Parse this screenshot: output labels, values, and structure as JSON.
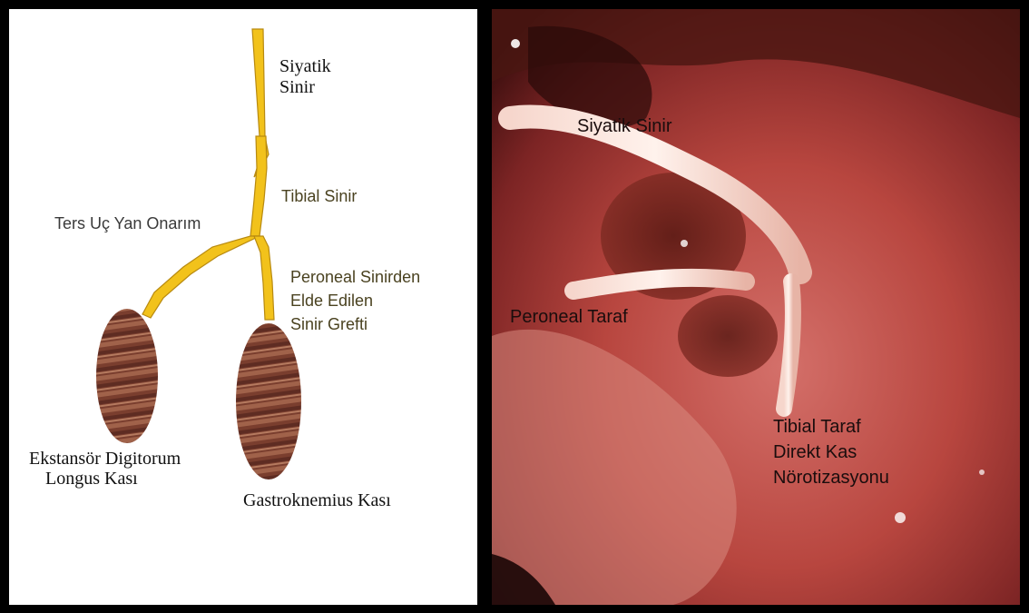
{
  "diagram": {
    "sciatic_label_line1": "Siyatik",
    "sciatic_label_line2": "Sinir",
    "tibial_label": "Tibial Sinir",
    "reverse_repair_label": "Ters Uç Yan Onarım",
    "graft_label_line1": "Peroneal Sinirden",
    "graft_label_line2": "Elde Edilen",
    "graft_label_line3": "Sinir Grefti",
    "edl_label_line1": "Ekstansör Digitorum",
    "edl_label_line2": "Longus Kası",
    "gastro_label": "Gastroknemius Kası",
    "nerve_color": "#f2c21b",
    "muscle_color": "#8a4a3a"
  },
  "photo": {
    "sciatic_label": "Siyatik Sinir",
    "peroneal_label": "Peroneal Taraf",
    "tibial_line1": "Tibial Taraf",
    "tibial_line2": "Direkt Kas",
    "tibial_line3": "Nörotizasyonu",
    "tissue_color": "#b8463f"
  }
}
